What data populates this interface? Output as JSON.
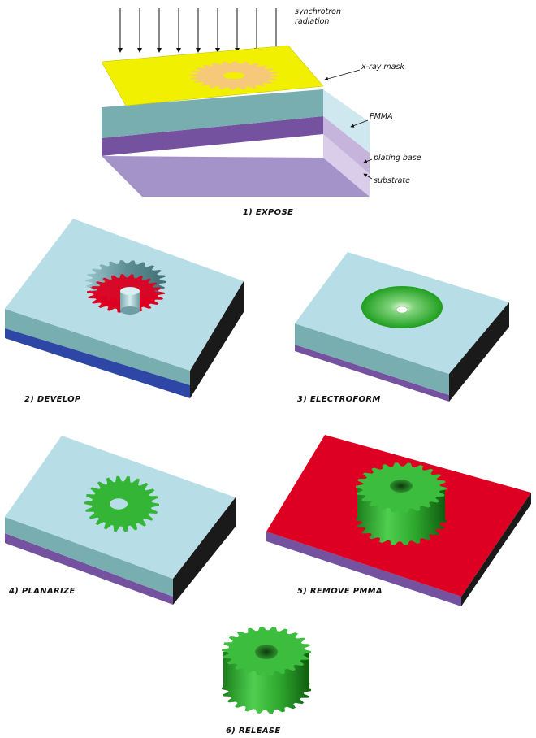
{
  "labels": {
    "synchrotron_line1": "synchrotron",
    "synchrotron_line2": "radiation",
    "xray_mask": "x-ray mask",
    "pmma": "PMMA",
    "plating_base": "plating base",
    "substrate": "substrate"
  },
  "steps": [
    {
      "label": "1)  EXPOSE"
    },
    {
      "label": "2)  DEVELOP"
    },
    {
      "label": "3)  ELECTROFORM"
    },
    {
      "label": "4)  PLANARIZE"
    },
    {
      "label": "5)  REMOVE PMMA"
    },
    {
      "label": "6)  RELEASE"
    }
  ],
  "colors": {
    "mask": "#f0f000",
    "mask_pattern": "#f5c87a",
    "pmma_top": "#b7dde6",
    "pmma_front": "#78aeb0",
    "pmma_side": "#cfe7ee",
    "plating_front": "#7552a0",
    "plating_side": "#c6b4dc",
    "substrate_front": "#a393c9",
    "substrate_side": "#d9cde9",
    "dark_side": "#1a1a1a",
    "red": "#dd0022",
    "gear_green": "#35b535",
    "gear_dark": "#0b5a0b"
  }
}
